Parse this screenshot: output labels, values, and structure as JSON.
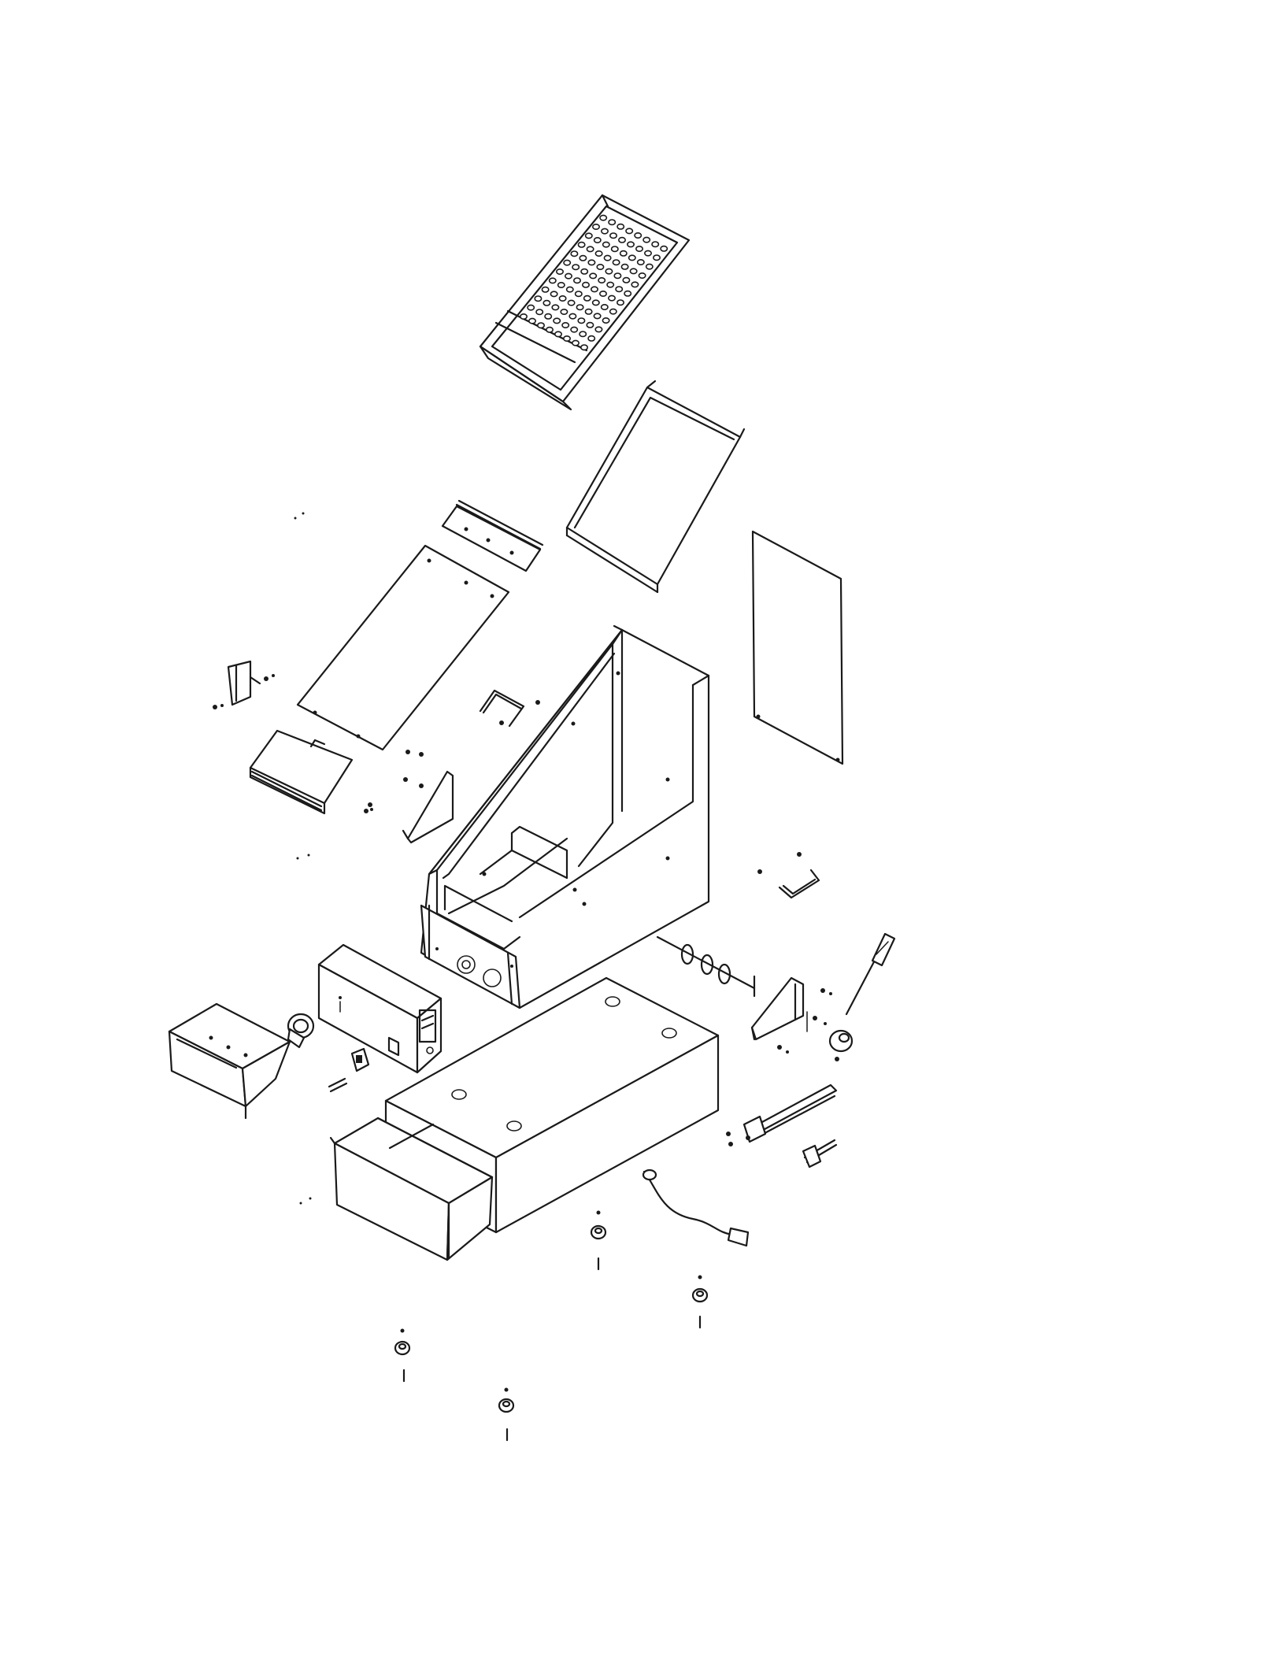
{
  "figure": {
    "kind": "exploded-assembly-drawing",
    "line_color": "#1a1a1a",
    "background": "#ffffff",
    "parts": [
      "perforated-grate",
      "drip-tray",
      "top-hinge-bracket",
      "left-side-panel",
      "right-side-panel",
      "left-bracket",
      "front-cover-plate",
      "left-corner-bracket",
      "rear-handle",
      "side-handle",
      "main-housing",
      "control-box",
      "crumb-tray",
      "thermostat-knob",
      "rocker-switch",
      "fuse-holder",
      "screw-shaft-assembly",
      "right-corner-bracket",
      "screwdriver-probe",
      "right-knob",
      "base-cabinet",
      "drawer",
      "heating-element",
      "cable-gland",
      "power-cord",
      "foot",
      "foot",
      "foot",
      "foot",
      "fasteners"
    ]
  }
}
